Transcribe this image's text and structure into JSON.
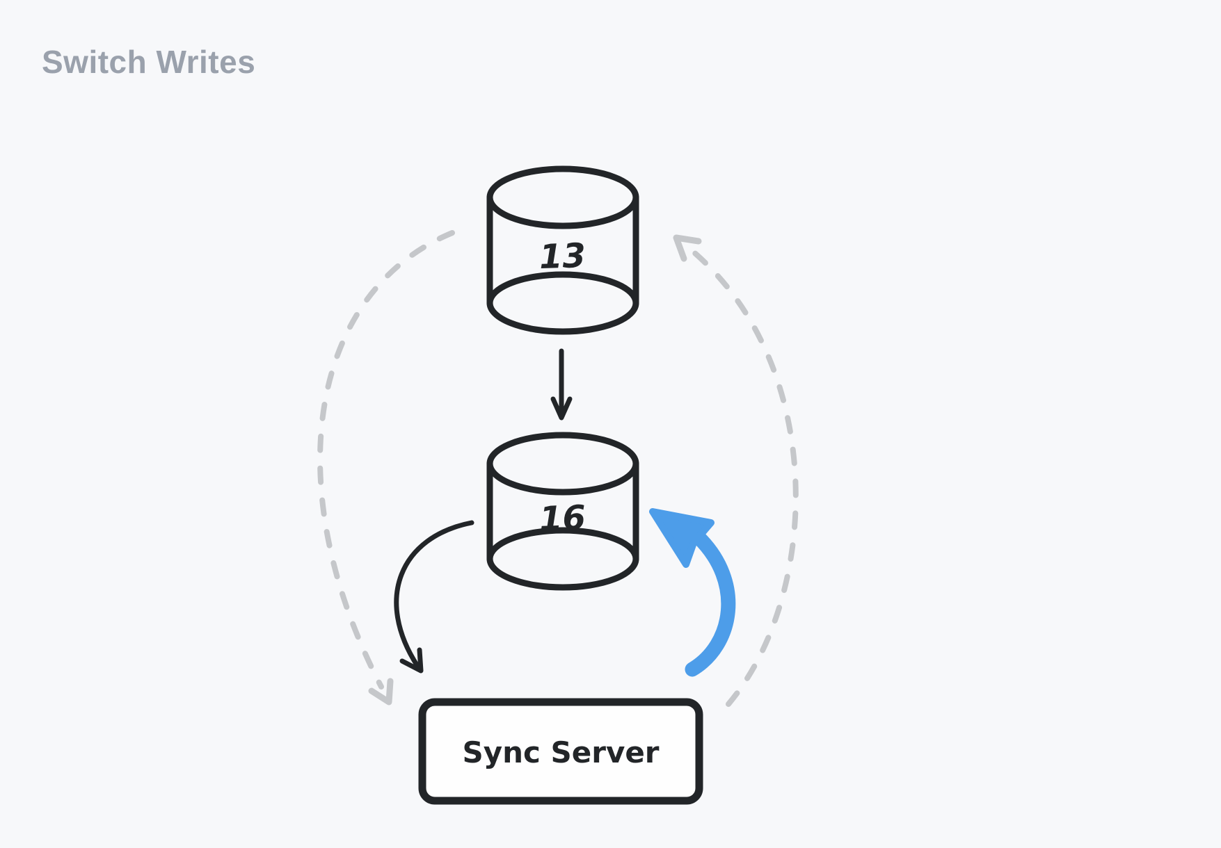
{
  "title": "Switch Writes",
  "colors": {
    "background": "#f7f8fa",
    "ink": "#222528",
    "muted_dash": "#c5c7ca",
    "accent_blue": "#4d9de9",
    "title_text": "#9aa1ac",
    "box_fill": "#fefefe"
  },
  "diagram": {
    "source_database": {
      "label": "13"
    },
    "target_database": {
      "label": "16"
    },
    "sync_server": {
      "label": "Sync Server"
    }
  }
}
